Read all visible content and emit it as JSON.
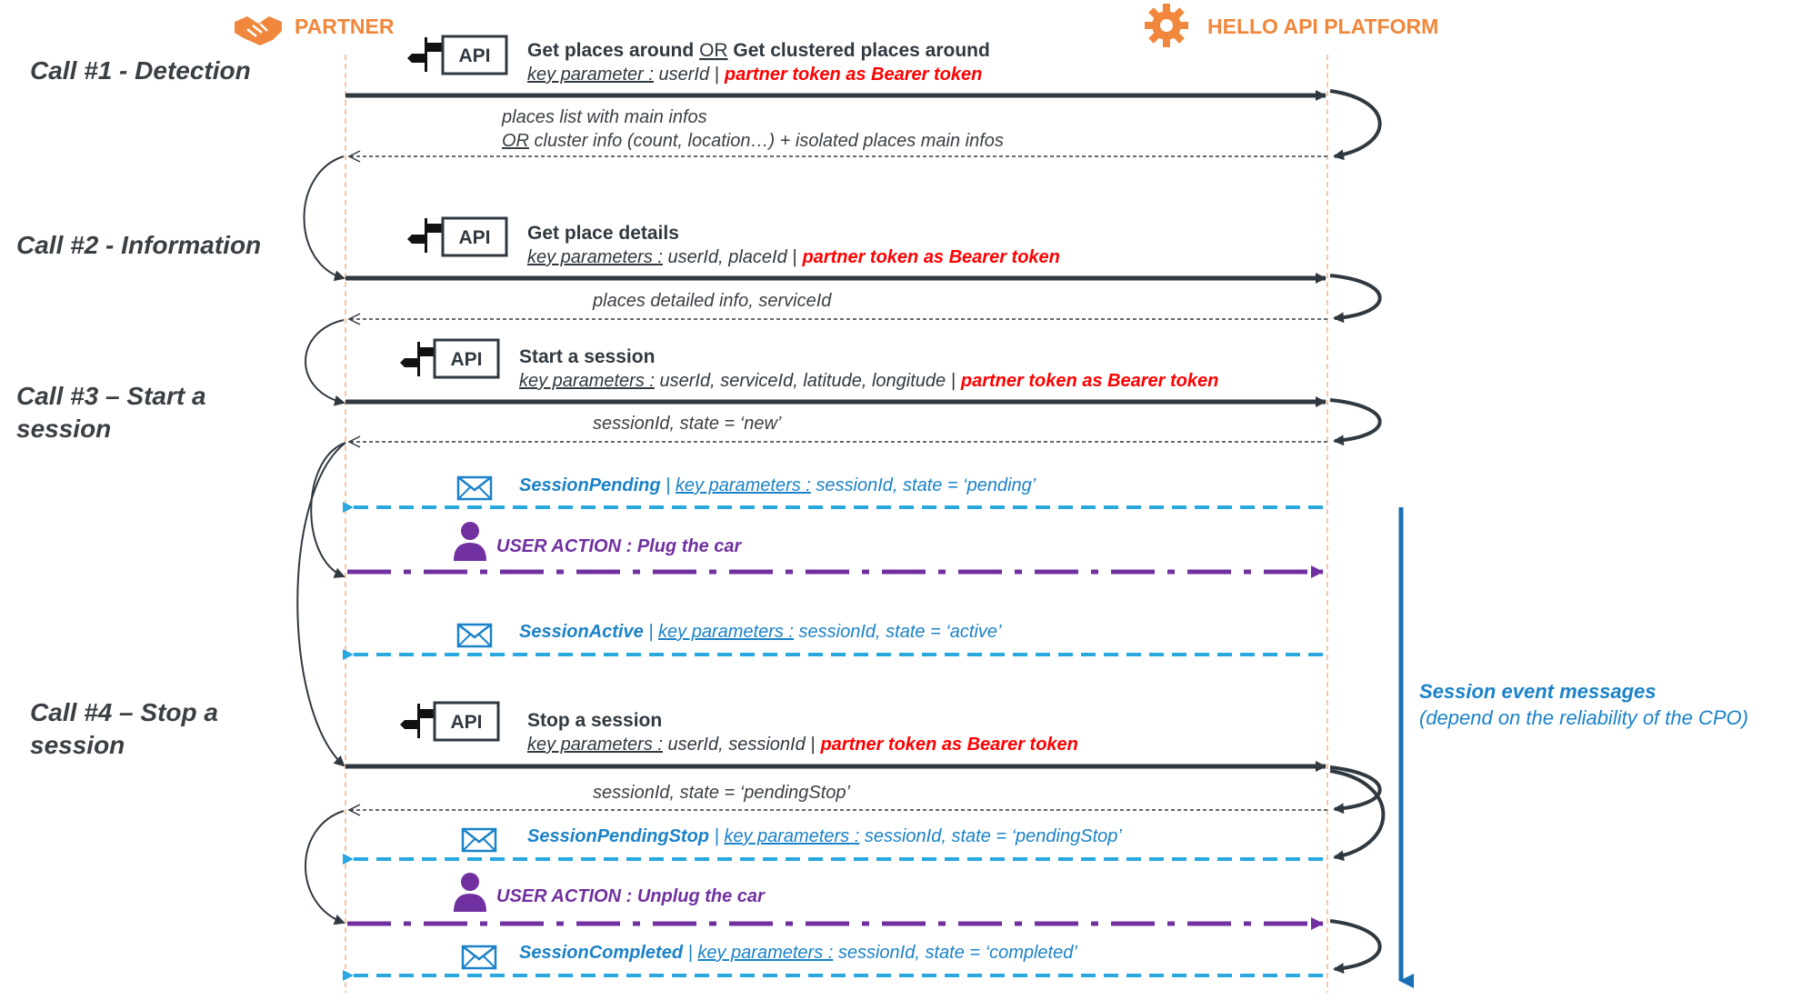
{
  "actors": {
    "partner": "PARTNER",
    "platform": "HELLO API PLATFORM"
  },
  "calls": {
    "call1": "Call #1 - Detection",
    "call2": "Call #2 - Information",
    "call3_l1": "Call #3 – Start a",
    "call3_l2": "session",
    "call4_l1": "Call #4 – Stop a",
    "call4_l2": "session"
  },
  "api_badge": "API",
  "requests": {
    "r1": {
      "t1": "Get places around ",
      "t_or": "OR",
      "t2": " Get clustered places around",
      "key": "key parameter :",
      "params": " userId |",
      "token": "partner token as Bearer token"
    },
    "r2": {
      "title": "Get place details",
      "key": "key parameters :",
      "params": " userId, placeId |",
      "token": "partner token as Bearer token"
    },
    "r3": {
      "title": "Start a session",
      "key": "key parameters :",
      "params": " userId, serviceId, latitude, longitude |",
      "token": "partner token as Bearer token"
    },
    "r4": {
      "title": "Stop a session",
      "key": "key parameters :",
      "params": " userId, sessionId |",
      "token": "partner token as Bearer token"
    }
  },
  "responses": {
    "resp1_l1": "places list with main infos",
    "resp1_or": "OR",
    "resp1_l2": " cluster info (count, location…) + isolated places main infos",
    "resp2": "places detailed info, serviceId",
    "resp3": "sessionId, state = ‘new’",
    "resp4": "sessionId, state = ‘pendingStop’"
  },
  "events": {
    "e1": {
      "name": "SessionPending",
      "sep": " | ",
      "key": "key parameters :",
      "params": " sessionId, state = ‘pending’"
    },
    "e2": {
      "name": "SessionActive",
      "sep": " | ",
      "key": "key parameters :",
      "params": " sessionId, state = ‘active’"
    },
    "e3": {
      "name": "SessionPendingStop",
      "sep": " | ",
      "key": "key parameters :",
      "params": " sessionId, state = ‘pendingStop’"
    },
    "e4": {
      "name": "SessionCompleted",
      "sep": " | ",
      "key": "key parameters :",
      "params": " sessionId, state = ‘completed’"
    }
  },
  "user_actions": {
    "u1": "USER ACTION : Plug the car",
    "u2": "USER ACTION : Unplug the car"
  },
  "side_note": {
    "title": "Session event messages",
    "subtitle": "(depend on the reliability of the CPO)"
  },
  "colors": {
    "orange": "#F0873C",
    "dark": "#303840",
    "red": "#FF0000",
    "blue": "#1A82C8",
    "cyan": "#29A8E0",
    "purple": "#7030A0",
    "lifeline": "#F3B38A"
  },
  "icons": [
    "handshake-icon",
    "gear-icon",
    "signpost-icon",
    "envelope-icon",
    "person-icon"
  ]
}
